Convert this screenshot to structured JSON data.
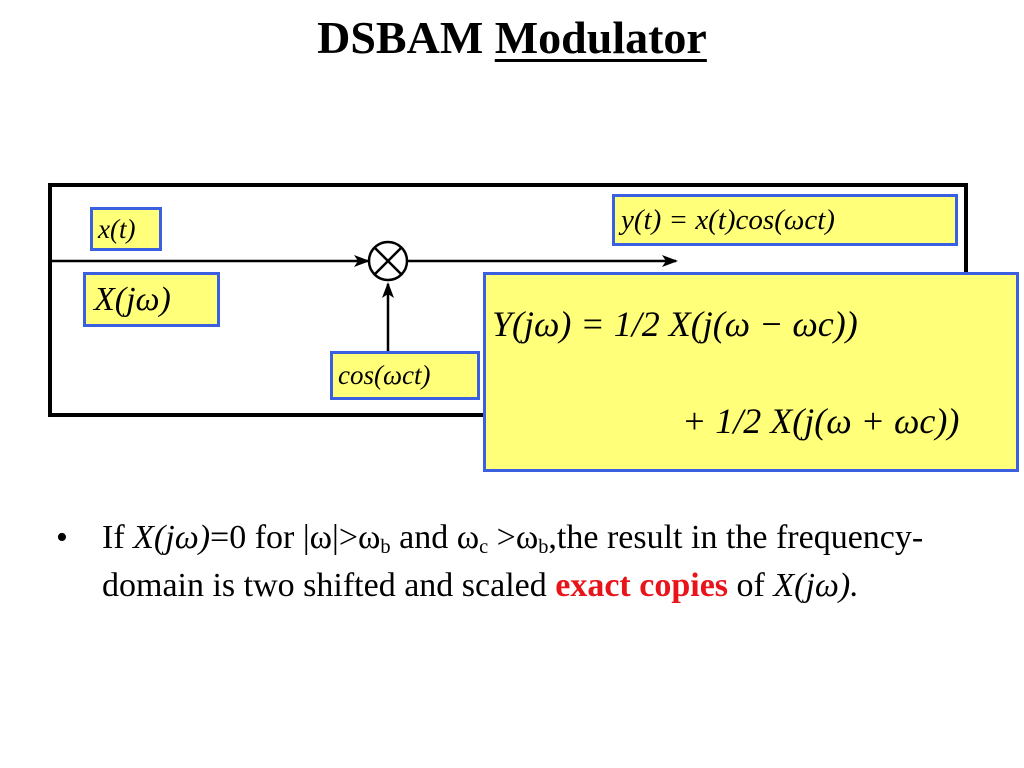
{
  "title": {
    "part1": "DSBAM",
    "part2": "Modulator"
  },
  "diagram": {
    "input_time": "x(t)",
    "input_freq": "X(jω)",
    "carrier": "cos(ωct)",
    "output_time": "y(t) = x(t)cos(ωct)",
    "output_freq_line1": "Y(jω) = 1/2 X(j(ω − ωc))",
    "output_freq_line2": "+ 1/2 X(j(ω + ωc))",
    "box_fill": "#ffff7a",
    "box_border": "#3a5fe0"
  },
  "bullet": {
    "seg1": "If ",
    "seg2": "X(jω)",
    "seg3": "=0 for |ω|>ω",
    "seg4": "b",
    "seg5": " and ω",
    "seg6": "c",
    "seg7": " >ω",
    "seg8": "b",
    "seg9": ",the result in the frequency-domain is two shifted and scaled ",
    "emph": "exact copies",
    "seg10": " of ",
    "seg11": "X(jω).",
    "emph_color": "#e8141a"
  }
}
